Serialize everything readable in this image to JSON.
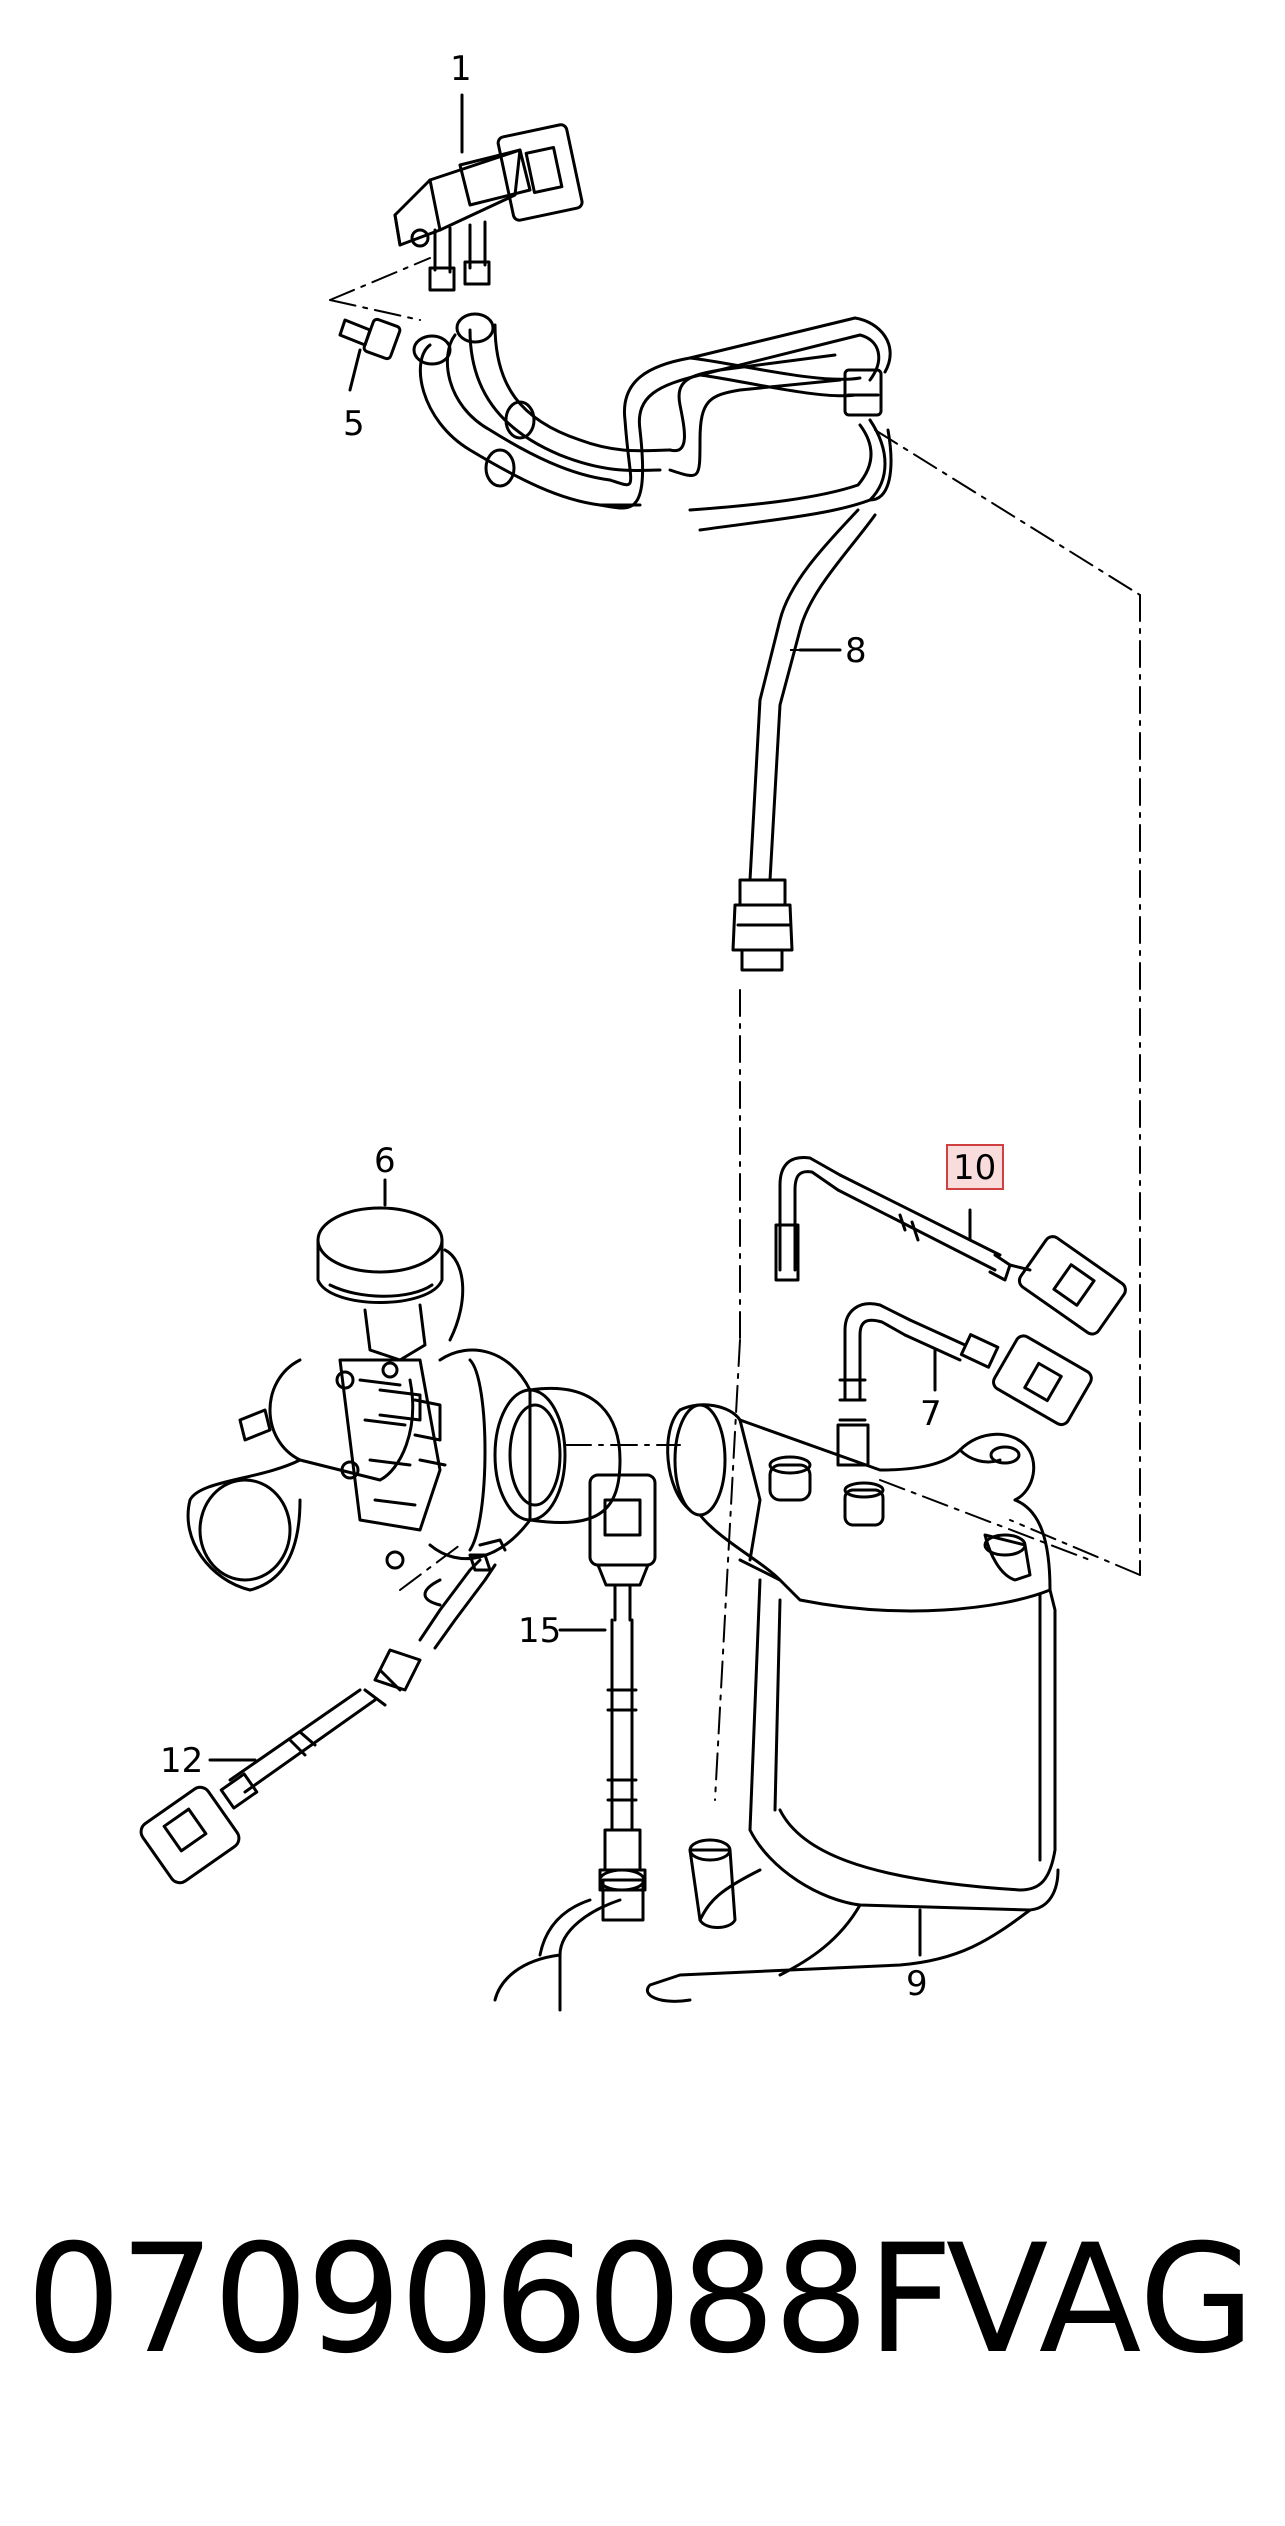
{
  "callouts": {
    "c1": "1",
    "c5": "5",
    "c8": "8",
    "c6": "6",
    "c10": "10",
    "c7": "7",
    "c15": "15",
    "c12": "12",
    "c9": "9"
  },
  "footer": {
    "part_number": "070906088F",
    "brand": "VAG"
  },
  "colors": {
    "line": "#000000",
    "highlight_fill": "#f9dcdc",
    "highlight_stroke": "#d04040"
  }
}
